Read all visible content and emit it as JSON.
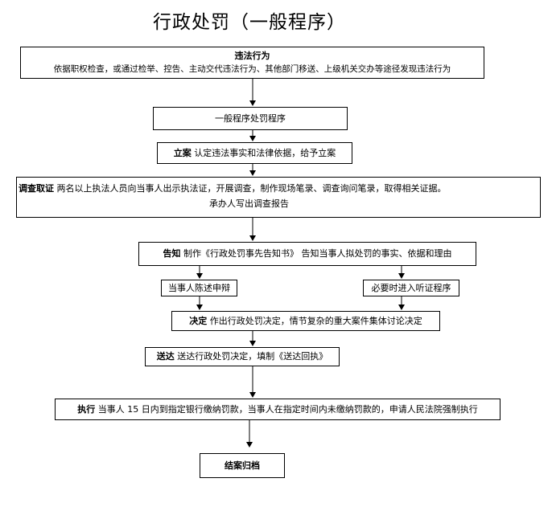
{
  "title": "行政处罚（一般程序）",
  "steps": {
    "s1": {
      "head": "违法行为",
      "text": "依据职权检查，或通过检举、控告、主动交代违法行为、其他部门移送、上级机关交办等途径发现违法行为"
    },
    "s2": {
      "text": "一般程序处罚程序"
    },
    "s3": {
      "head": "立案",
      "text": "认定违法事实和法律依据，给予立案"
    },
    "s4": {
      "head": "调查取证",
      "text": "两名以上执法人员向当事人出示执法证，开展调查，制作现场笔录、调查询问笔录，取得相关证据。",
      "text2": "承办人写出调查报告"
    },
    "s5": {
      "head": "告知",
      "text": "制作《行政处罚事先告知书》 告知当事人拟处罚的事实、依据和理由"
    },
    "s6a": {
      "text": "当事人陈述申辩"
    },
    "s6b": {
      "text": "必要时进入听证程序"
    },
    "s7": {
      "head": "决定",
      "text": "作出行政处罚决定，情节复杂的重大案件集体讨论决定"
    },
    "s8": {
      "head": "送达",
      "text": "送达行政处罚决定，填制《送达回执》"
    },
    "s9": {
      "head": "执行",
      "text": "当事人 15 日内到指定银行缴纳罚款，当事人在指定时间内未缴纳罚款的，申请人民法院强制执行"
    },
    "s10": {
      "text": "结案归档"
    }
  }
}
